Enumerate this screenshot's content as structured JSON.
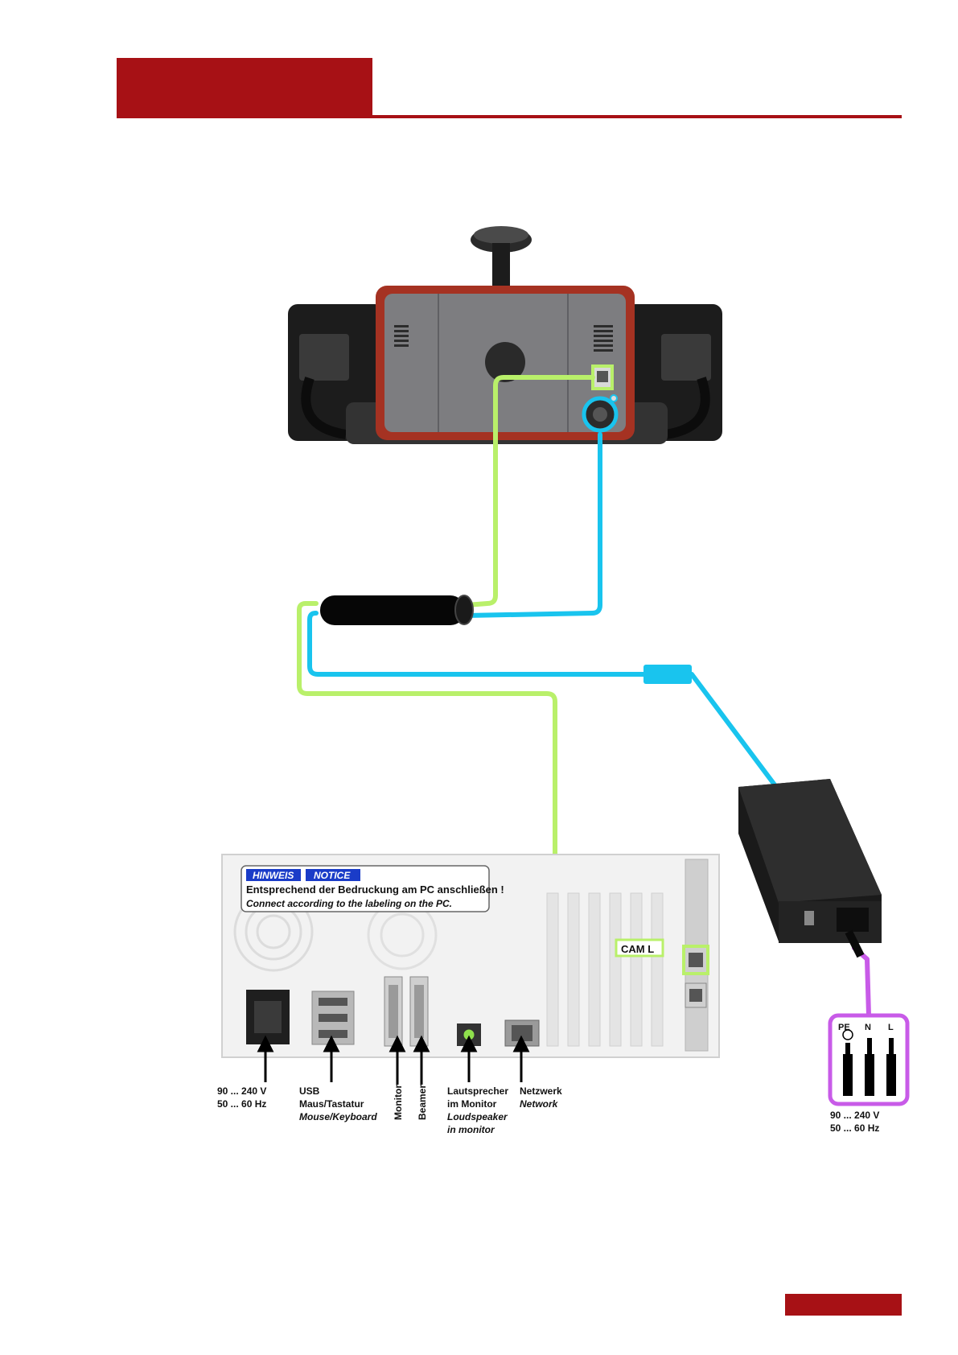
{
  "colors": {
    "brand_red": "#a71115",
    "network_cable": "#b9f06a",
    "camera_cable": "#19c4ee",
    "mains_cable": "#c85be8"
  },
  "pc_panel": {
    "notice_badge_de": "HINWEIS",
    "notice_badge_en": "NOTICE",
    "notice_text_de": "Entsprechend der Bedruckung am PC anschließen !",
    "notice_text_en": "Connect according to the labeling on the PC.",
    "port_label": "CAM L"
  },
  "pc_labels": {
    "power_voltage": "90 ... 240 V",
    "power_freq": "50 ... 60 Hz",
    "usb_title": "USB",
    "usb_de": "Maus/Tastatur",
    "usb_en": "Mouse/Keyboard",
    "monitor": "Monitor",
    "beamer": "Beamer",
    "speaker_de1": "Lautsprecher",
    "speaker_de2": "im Monitor",
    "speaker_en1": "Loudspeaker",
    "speaker_en2": "in monitor",
    "network_de": "Netzwerk",
    "network_en": "Network"
  },
  "plug_labels": {
    "pe": "PE",
    "n": "N",
    "l": "L",
    "voltage": "90 ... 240 V",
    "freq": "50 ... 60 Hz"
  }
}
